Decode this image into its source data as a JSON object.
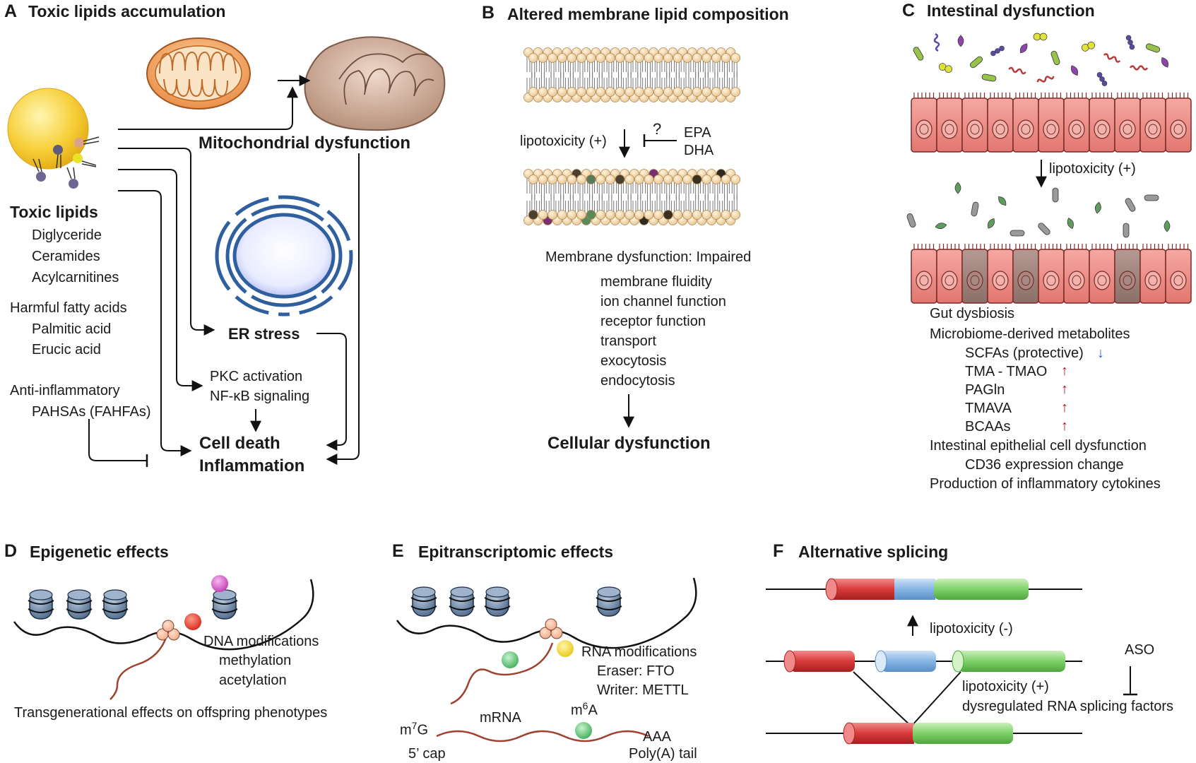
{
  "panels": {
    "A": {
      "letter": "A",
      "title": "Toxic lipids accumulation",
      "mito_label": "Mitochondrial dysfunction",
      "toxic_lipids_heading": "Toxic lipids",
      "toxic_lipids": [
        "Diglyceride",
        "Ceramides",
        "Acylcarnitines"
      ],
      "harmful_heading": "Harmful fatty acids",
      "harmful": [
        "Palmitic acid",
        "Erucic acid"
      ],
      "anti_heading": "Anti-inflammatory",
      "anti": [
        "PAHSAs (FAHFAs)"
      ],
      "er_stress": "ER stress",
      "pkc": "PKC activation",
      "nfkb": "NF-κB signaling",
      "cell_death": "Cell death",
      "inflammation": "Inflammation"
    },
    "B": {
      "letter": "B",
      "title": "Altered membrane lipid composition",
      "lipotoxicity": "lipotoxicity (+)",
      "question": "?",
      "epa": "EPA",
      "dha": "DHA",
      "membrane_heading": "Membrane dysfunction: Impaired",
      "membrane_items": [
        "membrane fluidity",
        "ion channel function",
        "receptor function",
        "transport",
        "exocytosis",
        "endocytosis"
      ],
      "outcome": "Cellular dysfunction"
    },
    "C": {
      "letter": "C",
      "title": "Intestinal dysfunction",
      "lipotoxicity": "lipotoxicity (+)",
      "gut": "Gut dysbiosis",
      "metabolites_heading": "Microbiome-derived metabolites",
      "metabolites": [
        {
          "name": "SCFAs (protective)",
          "dir": "↓"
        },
        {
          "name": "TMA - TMAO",
          "dir": "↑"
        },
        {
          "name": "PAGln",
          "dir": "↑"
        },
        {
          "name": "TMAVA",
          "dir": "↑"
        },
        {
          "name": "BCAAs",
          "dir": "↑"
        }
      ],
      "epithelial": "Intestinal epithelial cell dysfunction",
      "cd36": "CD36 expression change",
      "cytokines": "Production of inflammatory cytokines"
    },
    "D": {
      "letter": "D",
      "title": "Epigenetic effects",
      "dna_mod": "DNA modifications",
      "methylation": "methylation",
      "acetylation": "acetylation",
      "transgen": "Transgenerational effects on offspring phenotypes"
    },
    "E": {
      "letter": "E",
      "title": "Epitranscriptomic effects",
      "rna_mod": "RNA modifications",
      "eraser": "Eraser: FTO",
      "writer": "Writer: METTL",
      "m7g_base": "m",
      "m7g_sup": "7",
      "m7g_end": "G",
      "mrna": "mRNA",
      "m6a_base": "m",
      "m6a_sup": "6",
      "m6a_end": "A",
      "aaa": "AAA",
      "cap": "5’ cap",
      "tail": "Poly(A) tail"
    },
    "F": {
      "letter": "F",
      "title": "Alternative splicing",
      "lipo_minus": "lipotoxicity (-)",
      "aso": "ASO",
      "lipo_plus": "lipotoxicity (+)",
      "factors": "dysregulated RNA splicing factors"
    }
  },
  "colors": {
    "mito_healthy": "#f0a866",
    "mito_damaged": "#c9a48e",
    "lipid_droplet": "#f7cf3a",
    "er": "#2f5f9e",
    "cell": "#e97c78",
    "exon_red": "#d93a3a",
    "exon_blue": "#86b4e4",
    "exon_green": "#7fd06a",
    "up_arrow": "#b0141c",
    "down_arrow": "#2e5fc4"
  }
}
